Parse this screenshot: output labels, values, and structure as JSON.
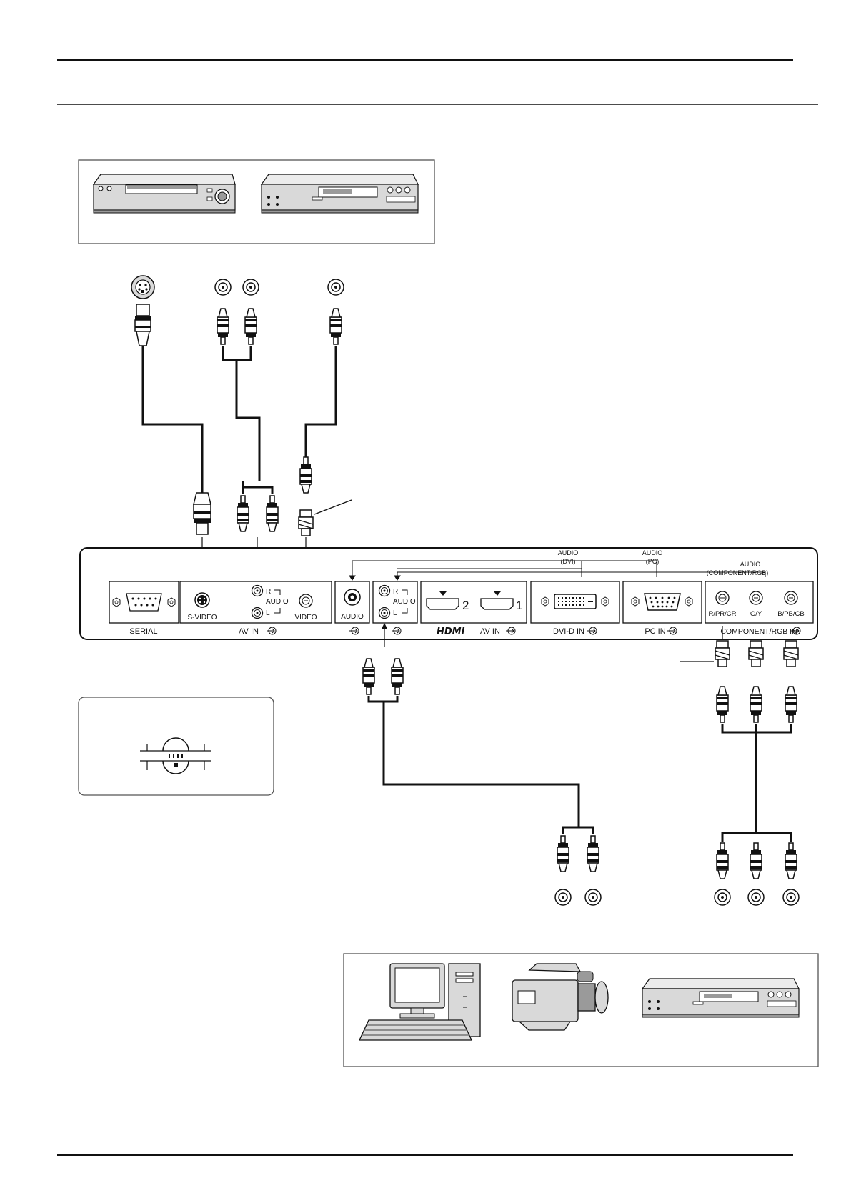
{
  "labels": {
    "serial": "SERIAL",
    "s_video": "S-VIDEO",
    "av_in": "AV IN",
    "audio_r": "R",
    "audio": "AUDIO",
    "audio_l": "L",
    "video": "VIDEO",
    "audio_jack": "AUDIO",
    "audio_r2": "R",
    "audio2": "AUDIO",
    "audio_l2": "L",
    "hdmi_logo": "HDMI",
    "hdmi_av_in": "AV IN",
    "hdmi_2": "2",
    "hdmi_1": "1",
    "dvi_d_in": "DVI-D IN",
    "pc_in": "PC IN",
    "component_rgb_in": "COMPONENT/RGB IN",
    "r_pr_cr": "R/PR/CR",
    "g_y": "G/Y",
    "b_pb_cb": "B/PB/CB",
    "audio_dvi_1": "AUDIO",
    "audio_dvi_2": "(DVI)",
    "audio_pc_1": "AUDIO",
    "audio_pc_2": "(PC)",
    "audio_comp_1": "AUDIO",
    "audio_comp_2": "(COMPONENT/RGB)"
  },
  "colors": {
    "line": "#111111",
    "device_fill": "#d9d9d9",
    "device_dark": "#9a9a9a",
    "box_border": "#555555",
    "port_fill": "#ffffff",
    "inset_bg": "#f7f7f7"
  },
  "icons": {
    "input_symbol": "input-arrow-icon",
    "vcr": "vcr-icon",
    "dvd": "dvd-player-icon",
    "computer": "computer-icon",
    "camcorder": "camcorder-icon"
  }
}
